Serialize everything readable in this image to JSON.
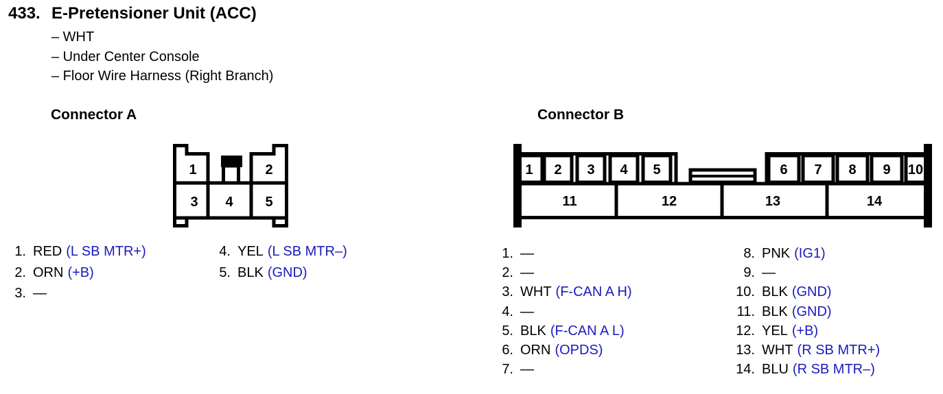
{
  "page": {
    "item_number": "433.",
    "title": "E-Pretensioner Unit (ACC)",
    "notes": [
      "– WHT",
      "– Under Center Console",
      "– Floor Wire Harness (Right Branch)"
    ]
  },
  "colors": {
    "signal_blue": "#1a1abe",
    "line_black": "#000000"
  },
  "connector_a": {
    "heading": "Connector A",
    "cavity_numbers": [
      "1",
      "2",
      "3",
      "4",
      "5"
    ],
    "pins": [
      {
        "num": "1.",
        "wire": "RED",
        "signal": "(L SB MTR+)"
      },
      {
        "num": "2.",
        "wire": "ORN",
        "signal": "(+B)"
      },
      {
        "num": "3.",
        "wire": "—",
        "signal": ""
      },
      {
        "num": "4.",
        "wire": "YEL",
        "signal": "(L SB MTR–)"
      },
      {
        "num": "5.",
        "wire": "BLK",
        "signal": "(GND)"
      }
    ]
  },
  "connector_b": {
    "heading": "Connector B",
    "cavity_numbers": [
      "1",
      "2",
      "3",
      "4",
      "5",
      "6",
      "7",
      "8",
      "9",
      "10",
      "11",
      "12",
      "13",
      "14"
    ],
    "pins": [
      {
        "num": "1.",
        "wire": "—",
        "signal": ""
      },
      {
        "num": "2.",
        "wire": "—",
        "signal": ""
      },
      {
        "num": "3.",
        "wire": "WHT",
        "signal": "(F-CAN A H)"
      },
      {
        "num": "4.",
        "wire": "—",
        "signal": ""
      },
      {
        "num": "5.",
        "wire": "BLK",
        "signal": "(F-CAN A L)"
      },
      {
        "num": "6.",
        "wire": "ORN",
        "signal": "(OPDS)"
      },
      {
        "num": "7.",
        "wire": "—",
        "signal": ""
      },
      {
        "num": "8.",
        "wire": "PNK",
        "signal": "(IG1)"
      },
      {
        "num": "9.",
        "wire": "—",
        "signal": ""
      },
      {
        "num": "10.",
        "wire": "BLK",
        "signal": "(GND)"
      },
      {
        "num": "11.",
        "wire": "BLK",
        "signal": "(GND)"
      },
      {
        "num": "12.",
        "wire": "YEL",
        "signal": "(+B)"
      },
      {
        "num": "13.",
        "wire": "WHT",
        "signal": "(R SB MTR+)"
      },
      {
        "num": "14.",
        "wire": "BLU",
        "signal": "(R SB MTR–)"
      }
    ]
  }
}
